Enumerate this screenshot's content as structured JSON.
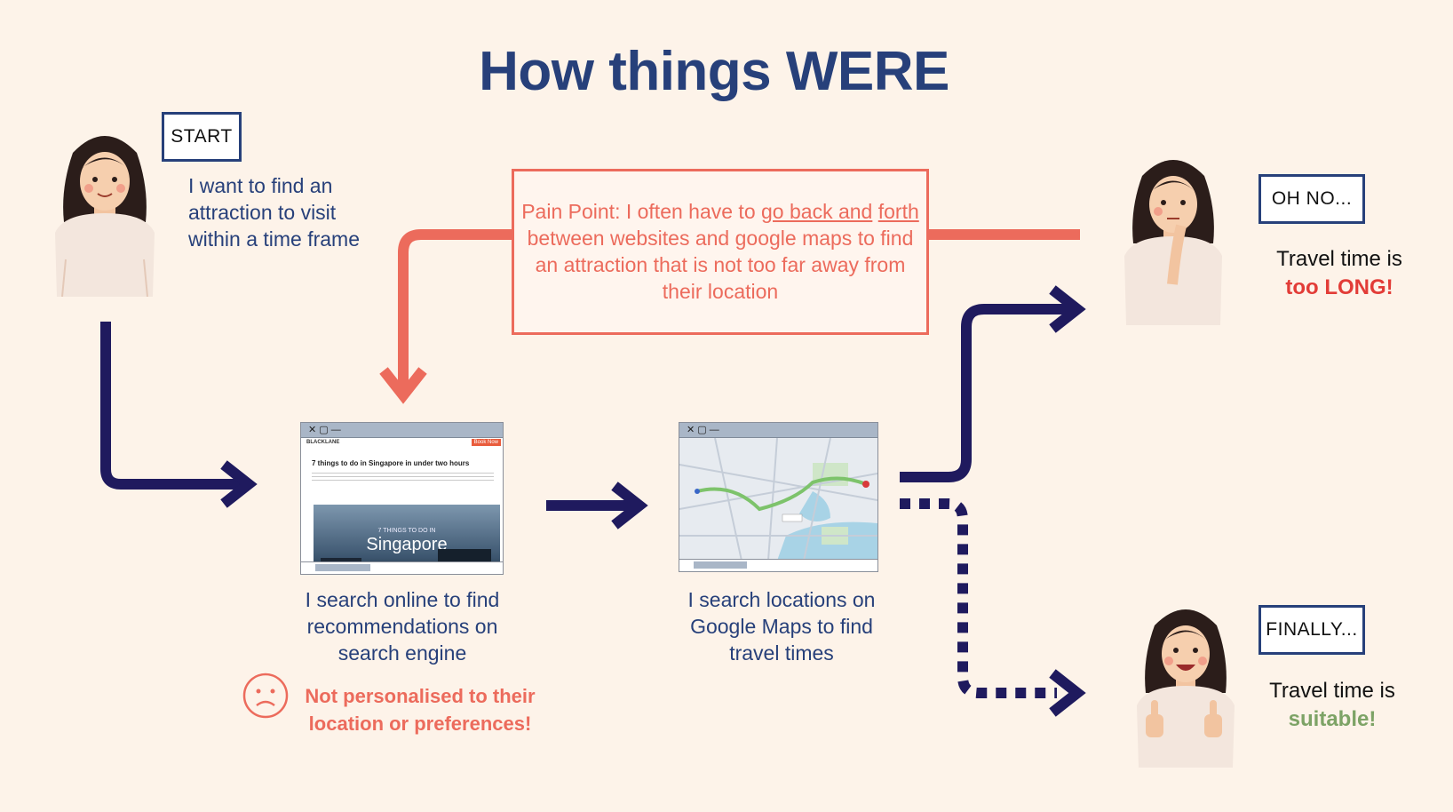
{
  "title": "How things WERE",
  "start_tag": "START",
  "intro_text": [
    "I want to find an",
    "attraction to visit",
    "within a time frame"
  ],
  "pain_point": {
    "prefix": "Pain Point: I often have to ",
    "underline_1": "go back and",
    "underline_2": "forth",
    "suffix": " between websites and google maps to find an attraction that is not too far away from their location"
  },
  "step1": {
    "caption": [
      "I search online to find",
      "recommendations on",
      "search engine"
    ],
    "screenshot": {
      "brand": "BLACKLANE",
      "book": "Book Now",
      "headline": "7 things to do in Singapore in under two hours",
      "banner_small": "7 THINGS TO DO IN",
      "banner_big": "Singapore"
    },
    "warning": [
      "Not personalised to their",
      "location or preferences!"
    ]
  },
  "step2": {
    "caption": [
      "I search locations on",
      "Google Maps to find",
      "travel times"
    ]
  },
  "outcome_bad": {
    "tag": "OH NO...",
    "line1": "Travel time is",
    "line2": "too LONG!"
  },
  "outcome_good": {
    "tag": "FINALLY...",
    "line1": "Travel time is",
    "line2": "suitable!"
  },
  "window_controls": "✕ ▢ —",
  "colors": {
    "navy": "#1f1a5e",
    "coral": "#ec6b5c",
    "title": "#27407a"
  }
}
